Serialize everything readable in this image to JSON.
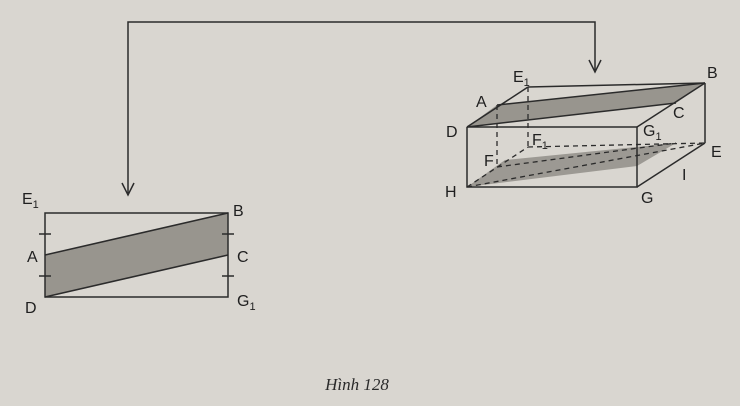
{
  "figure": {
    "caption": "Hình 128",
    "net_labels": {
      "E1": "E",
      "E1_sub": "1",
      "B": "B",
      "A": "A",
      "C": "C",
      "D": "D",
      "G1": "G",
      "G1_sub": "1"
    },
    "box_labels": {
      "E1": "E",
      "E1_sub": "1",
      "B": "B",
      "A": "A",
      "C": "C",
      "D": "D",
      "G1": "G",
      "G1_sub": "1",
      "F1": "F",
      "F1_sub": "1",
      "F": "F",
      "E": "E",
      "I": "I",
      "H": "H",
      "G": "G"
    },
    "colors": {
      "background": "#d9d6d0",
      "line": "#2b2b2b",
      "shade": "#8c8983"
    }
  }
}
